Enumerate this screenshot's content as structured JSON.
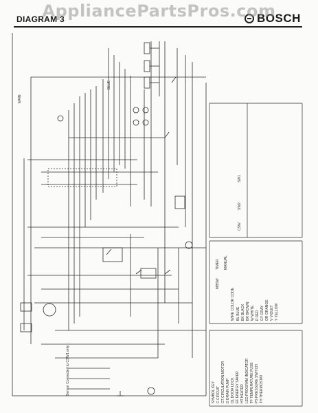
{
  "header": {
    "diagram_label": "DIAGRAM 3",
    "brand_name": "BOSCH",
    "brand_logo": "bosch-ring-logo-icon",
    "watermark": "AppliancePartsPros.com"
  },
  "schematic": {
    "labels": {
      "main_left": "MAIN",
      "blue_wire": "BLUE",
      "mbsw": "MBSW",
      "sw1": "SW1",
      "sw2": "SW2",
      "csw": "CSW",
      "timer": "TIMER",
      "manual": "MANUAL",
      "sensor_connected": "Sensor Connected to CSW1 only"
    },
    "wire_key": {
      "title": "WIRE COLOR CODE",
      "rows": [
        "BL  BLUE",
        "BK  BLACK",
        "BR  BROWN",
        "W  WHITE",
        "R  RED",
        "GY  GRAY",
        "OR  ORANGE",
        "V  VIOLET",
        "Y  YELLOW"
      ]
    },
    "symbol_key": {
      "title": "SYMBOL KEY",
      "rows": [
        "C  CIRCUIT",
        "CT  CIRCULATION MOTOR",
        "D  DRAIN PUMP",
        "DL  DOOR LOCK",
        "EF  ENERGY SAVER",
        "HT  HEATER",
        "LED  PROGRAM INDICATOR",
        "TF  TEMPERATURE FUSE",
        "PS  PRESSURE SWITCH",
        "TH  THERMOSTAT"
      ]
    }
  }
}
